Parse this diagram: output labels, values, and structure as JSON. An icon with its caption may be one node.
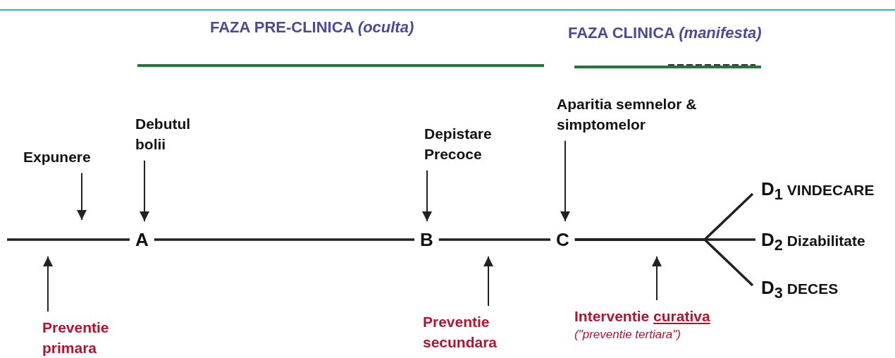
{
  "diagram": {
    "nodes": [
      {
        "text": [
          "Expunere"
        ]
      },
      {
        "text": [
          "Debutul bolii"
        ]
      },
      {
        "text": [
          "Depistare Precoce"
        ]
      },
      {
        "text": [
          "Aparitia semnelor & simptomelor"
        ]
      },
      {
        "text": [
          "A"
        ]
      },
      {
        "text": [
          "B"
        ]
      },
      {
        "text": [
          "C"
        ]
      },
      {
        "text": [
          "D$_{1}$",
          "VINDECARE"
        ]
      },
      {
        "text": [
          "D$_{2}$",
          "Dizabilitate"
        ]
      },
      {
        "text": [
          "D$_{3}$",
          "DECES"
        ]
      },
      {
        "text": [
          "Preventie primara"
        ]
      },
      {
        "text": [
          "Preventie secundara"
        ]
      },
      {
        "text": [
          "Interventie curativa",
          "(\"preventie tertiara\")"
        ]
      }
    ],
    "edges": [
      {
        "from": null,
        "to": 4,
        "arrow": "none"
      },
      {
        "from": 4,
        "to": 5,
        "arrow": "none"
      },
      {
        "from": 5,
        "to": 6,
        "arrow": "none"
      },
      {
        "from": 6,
        "to": 7,
        "arrow": "none"
      },
      {
        "from": 6,
        "to": 8,
        "arrow": "none"
      },
      {
        "from": 6,
        "to": 9,
        "arrow": "none"
      },
      {
        "from": 0,
        "to": null,
        "arrow": "to"
      },
      {
        "from": 1,
        "to": 4,
        "arrow": "to"
      },
      {
        "from": 2,
        "to": 5,
        "arrow": "to"
      },
      {
        "from": 3,
        "to": 6,
        "arrow": "to"
      },
      {
        "from": 10,
        "to": null,
        "arrow": "to"
      },
      {
        "from": 11,
        "to": null,
        "arrow": "to"
      },
      {
        "from": 12,
        "to": null,
        "arrow": "to"
      }
    ],
    "labels": [
      "FAZA PRE-CLINICA *(oculta)*",
      "FAZA CLINICA *(manifesta)*"
    ]
  }
}
